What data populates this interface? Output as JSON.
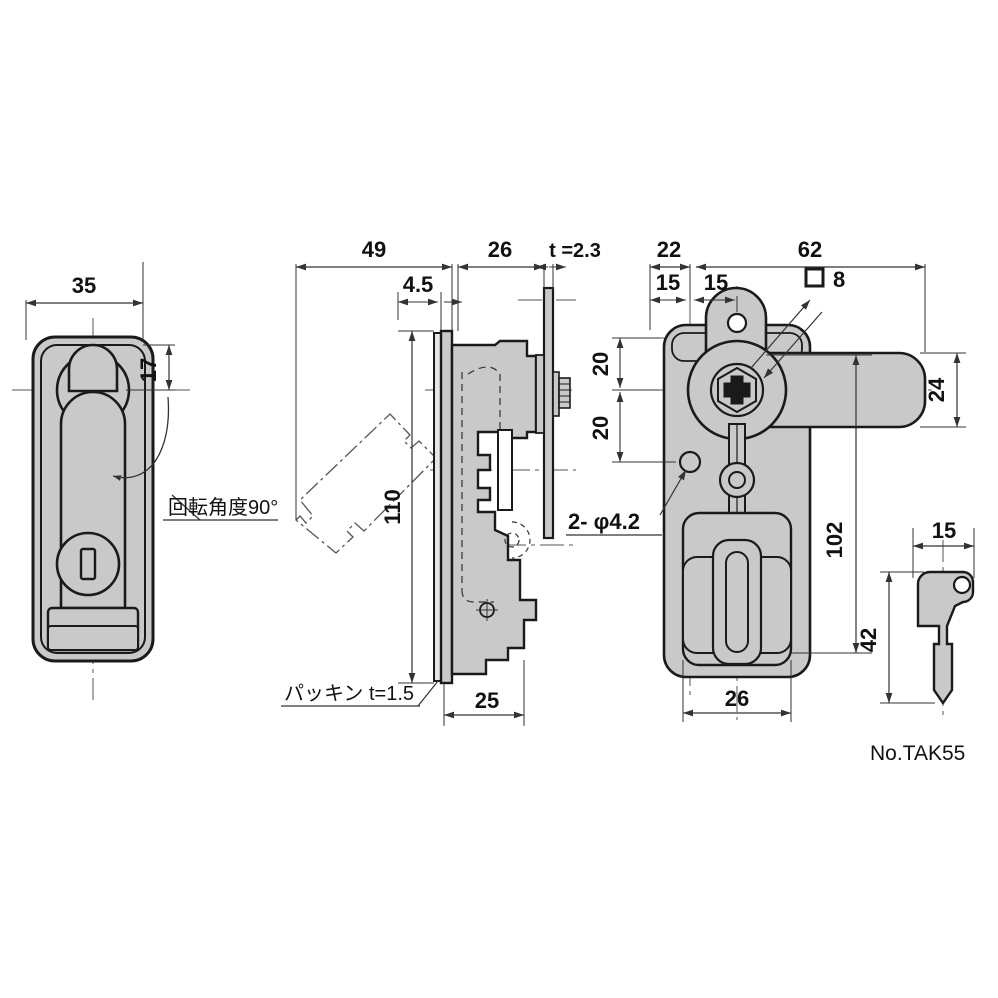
{
  "drawing": {
    "title": "Flat swing handle lock — dimensioned technical drawing",
    "background_color": "#ffffff",
    "body_fill_color": "#c9c9c9",
    "line_color": "#1a1a1a",
    "dimension_line_color": "#333333",
    "centerline_color": "#555555"
  },
  "views": {
    "front": {
      "name": "front-view",
      "dimensions": {
        "width_35": "35",
        "offset_17": "17"
      },
      "annotation": {
        "rotation_angle": "回転角度90°"
      }
    },
    "side": {
      "name": "side-section-view",
      "dimensions": {
        "overall_49": "49",
        "depth_26": "26",
        "thickness_t23": "t =2.3",
        "offset_45": "4.5",
        "height_110": "110",
        "depth_25": "25"
      },
      "annotation": {
        "gasket": "パッキン t=1.5"
      }
    },
    "rear": {
      "name": "rear-view",
      "dimensions": {
        "left_22": "22",
        "right_62": "62",
        "inner_15a": "15",
        "inner_15b": "15",
        "square_drive": "8",
        "square_symbol": "□",
        "upper_20": "20",
        "lower_20": "20",
        "handle_24": "24",
        "body_102": "102",
        "body_26": "26"
      },
      "annotation": {
        "holes": "2- φ4.2"
      }
    },
    "key": {
      "name": "key-view",
      "dimensions": {
        "width_15": "15",
        "length_42": "42"
      },
      "label": "No.TAK55"
    }
  }
}
